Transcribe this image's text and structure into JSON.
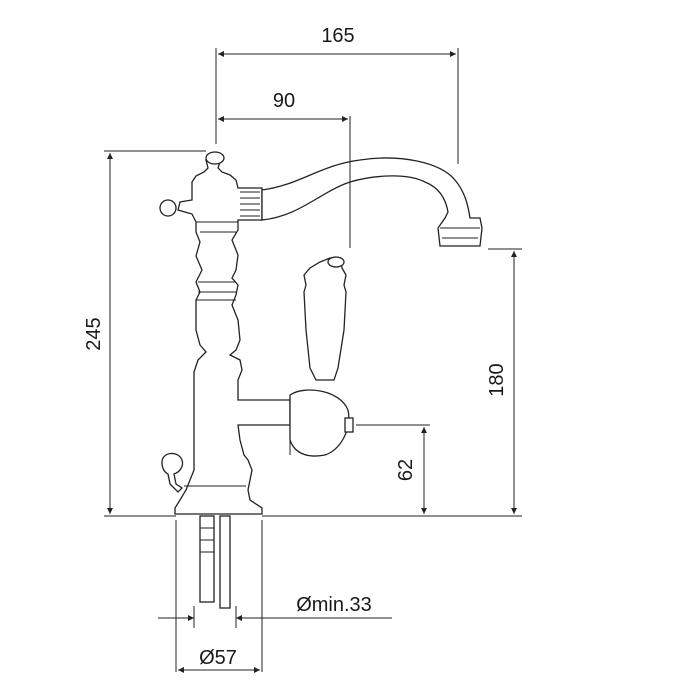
{
  "dimensions": {
    "spout_reach": "165",
    "lever_offset": "90",
    "total_height": "245",
    "spout_height": "180",
    "lever_height": "62",
    "hole_diameter": "Ømin.33",
    "base_diameter": "Ø57"
  }
}
